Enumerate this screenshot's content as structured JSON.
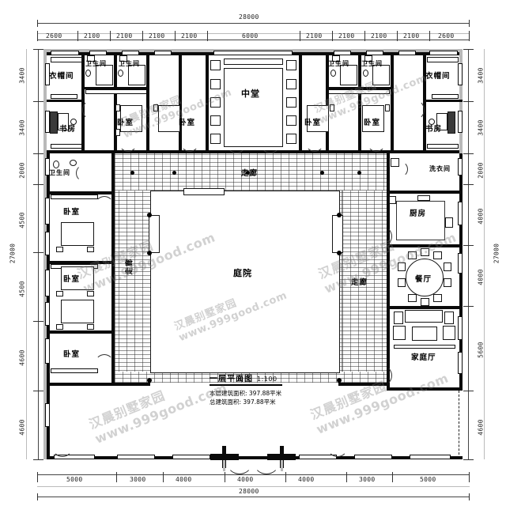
{
  "drawing": {
    "title": "一层平面图",
    "scale": "1:100",
    "area_floor": "本层建筑面积: 397.88平米",
    "area_total": "总建筑面积: 397.88平米",
    "overall_width": "28000",
    "overall_height": "27000"
  },
  "watermark": {
    "brand": "汉晨别墅家园",
    "url": "www.999good.com"
  },
  "dimensions": {
    "top_overall": "28000",
    "top_chain": [
      "2600",
      "2100",
      "2100",
      "2100",
      "2100",
      "6000",
      "2100",
      "2100",
      "2100",
      "2100",
      "2600"
    ],
    "bottom_overall": "28000",
    "bottom_chain": [
      "5000",
      "3000",
      "4000",
      "4000",
      "4000",
      "3000",
      "5000"
    ],
    "left_overall": "27000",
    "left_chain": [
      "3400",
      "3400",
      "2000",
      "4500",
      "4500",
      "4600",
      "4600"
    ],
    "right_overall": "27000",
    "right_chain": [
      "3400",
      "3400",
      "2000",
      "4000",
      "4000",
      "5600",
      "4600"
    ]
  },
  "rooms": {
    "cloakroom_left": "衣帽间",
    "study_left": "书房",
    "bath_tl_1": "卫生间",
    "bath_tl_2": "卫生间",
    "bedroom_tl": "卧室",
    "hall_center": "中堂",
    "bedroom_tr_1": "卧室",
    "bedroom_tr_2": "卧室",
    "bath_tr_1": "卫生间",
    "bath_tr_2": "卫生间",
    "cloakroom_right": "衣帽间",
    "study_right": "书房",
    "bath_left_mid": "卫生间",
    "laundry": "洗衣间",
    "kitchen": "厨房",
    "dining": "餐厅",
    "family_room": "家庭厅",
    "bedroom_l1": "卧室",
    "bedroom_l2": "卧室",
    "bedroom_l3": "卧室",
    "corridor_top": "走廊",
    "corridor_left": "走廊",
    "corridor_right": "走廊",
    "courtyard": "庭院"
  },
  "colors": {
    "wall": "#0a0a0a",
    "wall_light": "#b9b9b9",
    "paper": "#ffffff",
    "dimension": "#222222",
    "watermark": "rgba(120,120,120,0.34)"
  }
}
